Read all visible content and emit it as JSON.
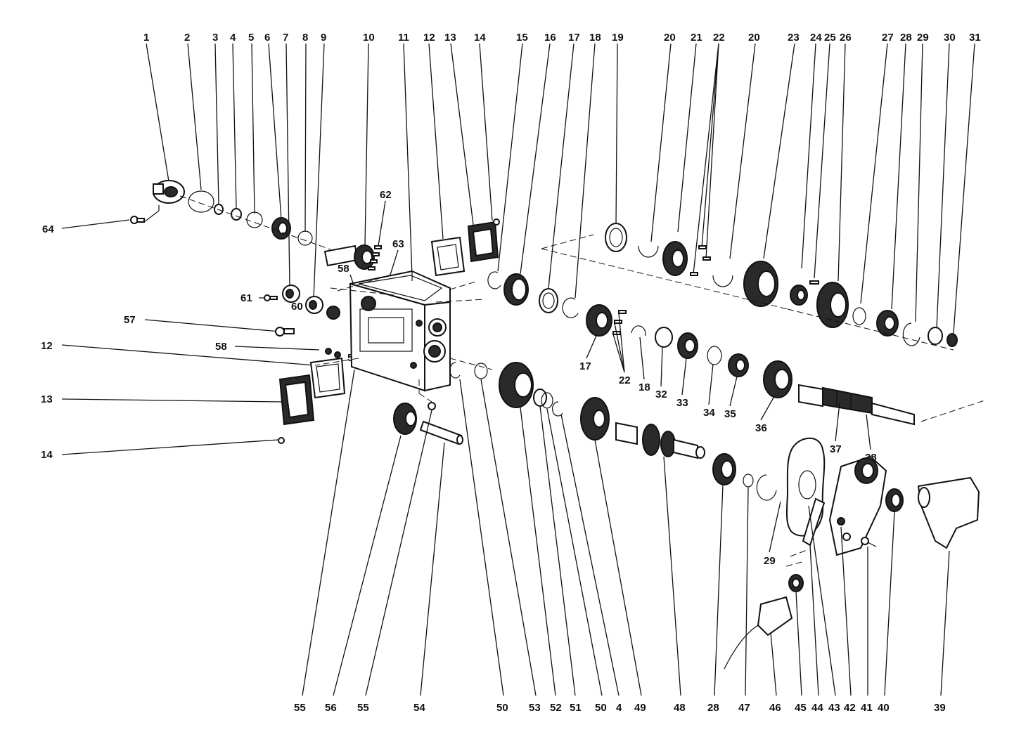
{
  "colors": {
    "ink": "#111111",
    "background": "#ffffff"
  },
  "labels": {
    "c1": "1",
    "c2": "2",
    "c3": "3",
    "c4": "4",
    "c5": "5",
    "c6": "6",
    "c7": "7",
    "c8": "8",
    "c9": "9",
    "c10": "10",
    "c11": "11",
    "c12": "12",
    "c13": "13",
    "c14": "14",
    "c15": "15",
    "c16": "16",
    "c17": "17",
    "c18": "18",
    "c19": "19",
    "c20a": "20",
    "c21": "21",
    "c22": "22",
    "c20b": "20",
    "c23": "23",
    "c24": "24",
    "c25": "25",
    "c26": "26",
    "c27": "27",
    "c28": "28",
    "c29": "29",
    "c30": "30",
    "c31": "31",
    "l64": "64",
    "l62": "62",
    "l63": "63",
    "l58a": "58",
    "l61": "61",
    "l60": "60",
    "l57": "57",
    "l58b": "58",
    "l59": "59",
    "l12": "12",
    "l13": "13",
    "l14": "14",
    "m17": "17",
    "m22": "22",
    "m18": "18",
    "m32": "32",
    "m33": "33",
    "m34": "34",
    "m35": "35",
    "m36": "36",
    "m37": "37",
    "m38": "38",
    "m29": "29",
    "b55a": "55",
    "b56": "56",
    "b55b": "55",
    "b54": "54",
    "b50a": "50",
    "b53": "53",
    "b52": "52",
    "b51": "51",
    "b50b": "50",
    "b4": "4",
    "b49": "49",
    "b48": "48",
    "b28": "28",
    "b47": "47",
    "b46": "46",
    "b45": "45",
    "b44": "44",
    "b43": "43",
    "b42": "42",
    "b41": "41",
    "b40": "40",
    "b39": "39"
  }
}
